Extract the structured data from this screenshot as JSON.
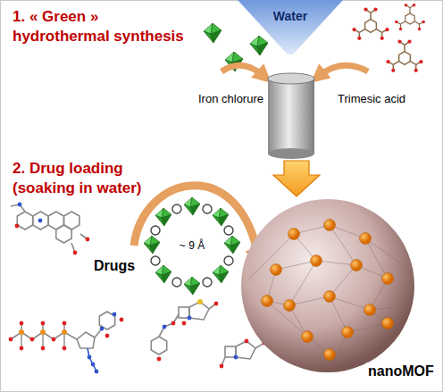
{
  "diagram": {
    "nodes": [
      {
        "text": [
          "Water"
        ]
      },
      {
        "text": [
          "nanoMOF"
        ]
      }
    ],
    "labels": [
      "1. « Green » hydrothermal synthesis",
      "Iron chlorure",
      "Trimesic acid",
      "2. Drug loading (soaking in water)",
      "~ 9 Å",
      "Drugs"
    ]
  }
}
